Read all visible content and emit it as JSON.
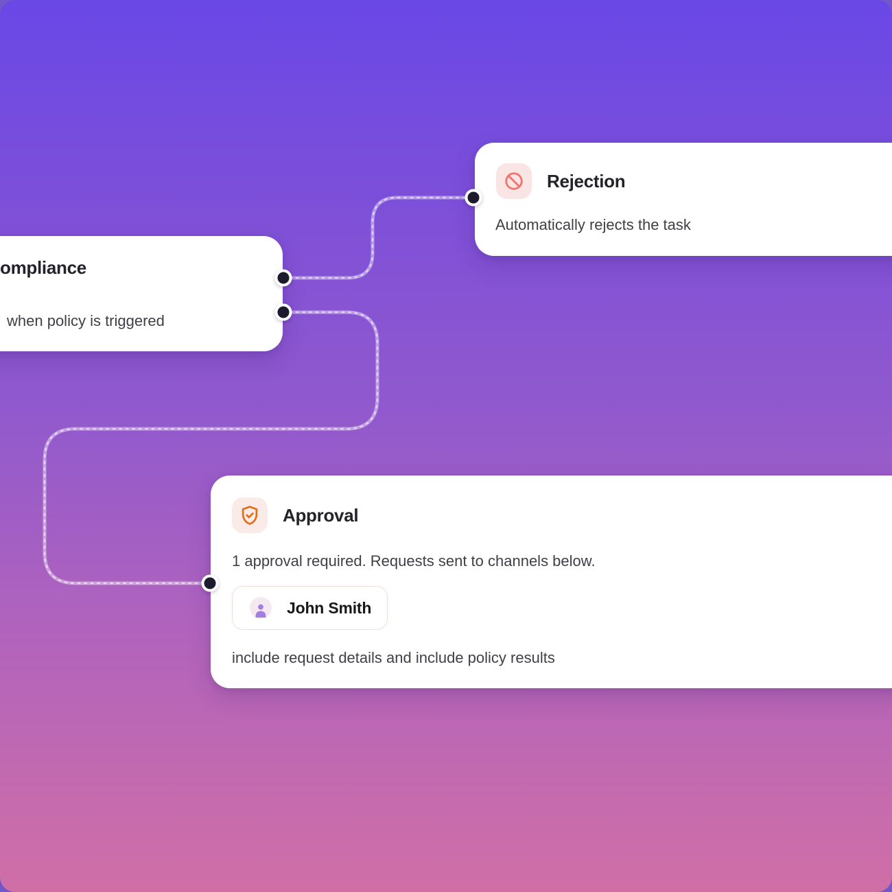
{
  "canvas": {
    "background_top_color": "#6948e6",
    "background_bottom_color": "#d06fa6",
    "connector_color": "rgba(255,255,255,0.42)",
    "port_dot_color": "#1d1a2e"
  },
  "nodes": {
    "compliance": {
      "title": "ompliance",
      "description": "when policy is triggered"
    },
    "rejection": {
      "title": "Rejection",
      "description": "Automatically rejects the task",
      "icon": "ban-icon",
      "icon_color": "#f2716a",
      "icon_bg": "#fae5e5"
    },
    "approval": {
      "title": "Approval",
      "description": "1 approval required. Requests sent to channels below.",
      "footer": "include request details and include policy results",
      "icon": "shield-check-icon",
      "icon_color": "#e06e12",
      "icon_bg": "#faeae8",
      "approver": {
        "name": "John Smith",
        "icon": "person-icon",
        "icon_color": "#a27ee0"
      }
    }
  }
}
